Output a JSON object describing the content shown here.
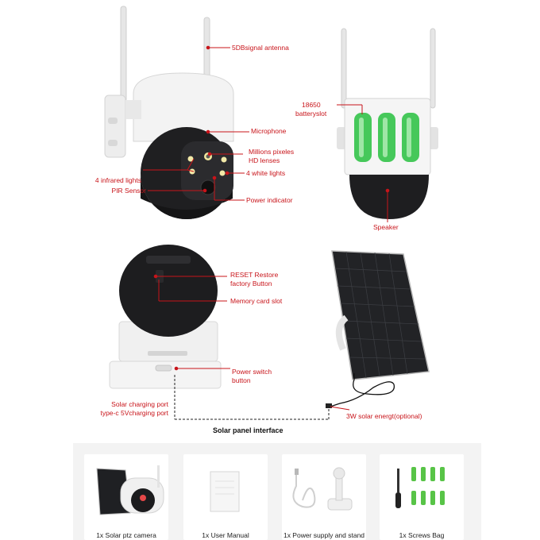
{
  "annotations": {
    "antenna": "5DBsignal antenna",
    "microphone": "Microphone",
    "lenses_line1": "Millions pixeles",
    "lenses_line2": "HD lenses",
    "infrared": "4 infrared lights",
    "white_lights": "4 white lights",
    "pir": "PIR Sensor",
    "power_indicator": "Power indicator",
    "battery_line1": "18650",
    "battery_line2": "batteryslot",
    "speaker": "Speaker",
    "reset_line1": "RESET Restore",
    "reset_line2": "factory Button",
    "memory_card": "Memory card slot",
    "power_switch_line1": "Power switch",
    "power_switch_line2": "button",
    "solar_port_line1": "Solar charging port",
    "solar_port_line2": "type-c 5Vcharging port",
    "solar_panel": "3W solar energt(optional)",
    "interface": "Solar panel interface"
  },
  "package_items": [
    {
      "label": "1x Solar ptz camera",
      "icon": "camera-with-solar-panel"
    },
    {
      "label": "1x User Manual",
      "icon": "manual-booklet"
    },
    {
      "label": "1x Power supply and stand",
      "icon": "cable-and-mount"
    },
    {
      "label": "1x Screws Bag",
      "icon": "screws-and-anchors"
    }
  ],
  "colors": {
    "accent_red": "#c8141a",
    "battery_green": "#46c85a",
    "camera_black": "#1c1c1e",
    "camera_white": "#f2f2f2"
  }
}
